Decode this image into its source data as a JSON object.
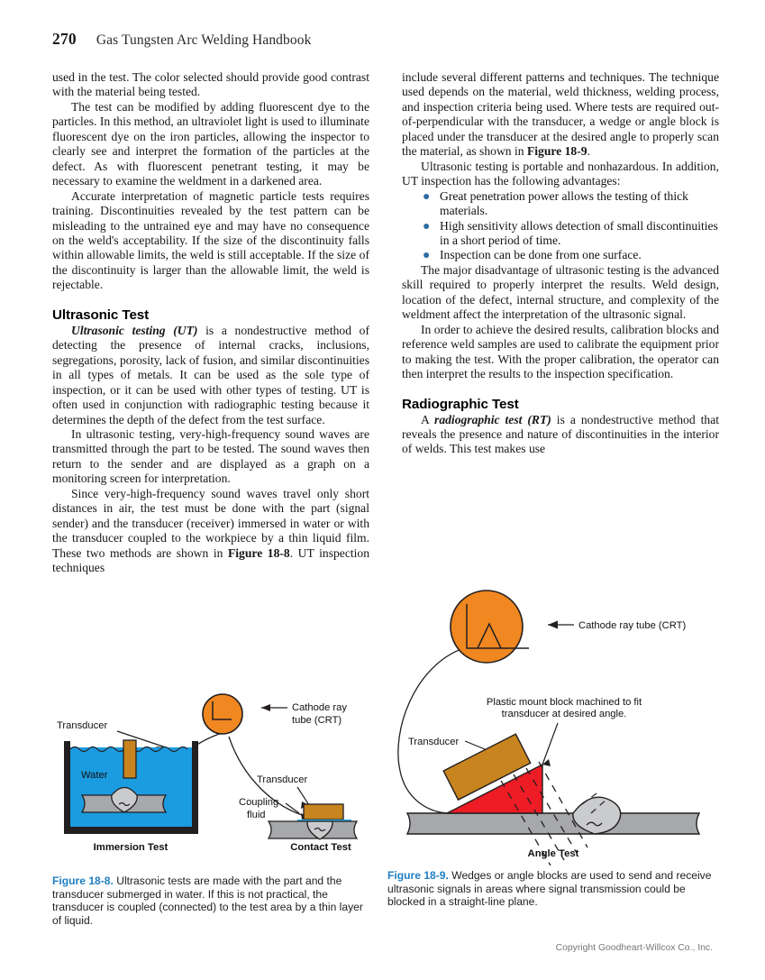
{
  "page": {
    "folio": "270",
    "book_title": "Gas Tungsten Arc Welding Handbook",
    "copyright": "Copyright Goodheart-Willcox Co., Inc."
  },
  "left_column": {
    "p1": "used in the test. The color selected should provide good contrast with the material being tested.",
    "p2": "The test can be modified by adding fluorescent dye to the particles. In this method, an ultraviolet light is used to illuminate fluorescent dye on the iron particles, allowing the inspector to clearly see and interpret the formation of the particles at the defect. As with fluorescent penetrant testing, it may be necessary to examine the weldment in a darkened area.",
    "p3": "Accurate interpretation of magnetic particle tests requires training. Discontinuities revealed by the test pattern can be misleading to the untrained eye and may have no consequence on the weld's acceptability. If the size of the discontinuity falls within allowable limits, the weld is still acceptable. If the size of the discontinuity is larger than the allowable limit, the weld is rejectable.",
    "heading": "Ultrasonic Test",
    "p4_lead": "Ultrasonic testing (UT)",
    "p4_rest": " is a nondestructive method of detecting the presence of internal cracks, inclusions, segregations, porosity, lack of fusion, and similar discontinuities in all types of metals. It can be used as the sole type of inspection, or it can be used with other types of testing. UT is often used in conjunction with radiographic testing because it determines the depth of the defect from the test surface.",
    "p5": "In ultrasonic testing, very-high-frequency sound waves are transmitted through the part to be tested. The sound waves then return to the sender and are displayed as a graph on a monitoring screen for interpretation.",
    "p6_a": "Since very-high-frequency sound waves travel only short distances in air, the test must be done with the part (signal sender) and the transducer (receiver) immersed in water or with the transducer coupled to the workpiece by a thin liquid film. These two methods are shown in ",
    "p6_bold": "Figure 18-8",
    "p6_b": ". UT inspection techniques"
  },
  "right_column": {
    "p1": "include several different patterns and techniques. The technique used depends on the material, weld thickness, welding process, and inspection criteria being used. Where tests are required out-of-perpendicular with the transducer, a wedge or angle block is placed under the transducer at the desired angle to properly scan the material, as shown in ",
    "p1_bold": "Figure 18-9",
    "p1_end": ".",
    "p2": "Ultrasonic testing is portable and nonhazardous. In addition, UT inspection has the following advantages:",
    "bullets": [
      "Great penetration power allows the testing of thick materials.",
      "High sensitivity allows detection of small discontinuities in a short period of time.",
      "Inspection can be done from one surface."
    ],
    "p3": "The major disadvantage of ultrasonic testing is the advanced skill required to properly interpret the results. Weld design, location of the defect, internal structure, and complexity of the weldment affect the interpretation of the ultrasonic signal.",
    "p4": "In order to achieve the desired results, calibration blocks and reference weld samples are used to calibrate the equipment prior to making the test. With the proper calibration, the operator can then interpret the results to the inspection specification.",
    "heading": "Radiographic Test",
    "p5_a": "A ",
    "p5_lead": "radiographic test (RT)",
    "p5_rest": " is a nondestructive method that reveals the presence and nature of discontinuities in the interior of welds. This test makes use"
  },
  "figure_18_8": {
    "labels": {
      "crt": "Cathode ray",
      "crt2": "tube (CRT)",
      "transducer_left": "Transducer",
      "transducer_right": "Transducer",
      "water": "Water",
      "coupling": "Coupling",
      "coupling2": "fluid",
      "immersion_test": "Immersion Test",
      "contact_test": "Contact Test"
    },
    "caption_num": "Figure 18-8.",
    "caption_text": " Ultrasonic tests are made with the part and the transducer submerged in water. If this is not practical, the transducer is coupled (connected) to the test area by a thin layer of liquid.",
    "colors": {
      "crt_fill": "#F08721",
      "water": "#1B9BE0",
      "transducer": "#C8841E",
      "metal": "#A6A8AB",
      "weld_bead": "#C9CBCD",
      "coupling_fluid": "#29ABE2",
      "tank_wall": "#231F20"
    }
  },
  "figure_18_9": {
    "labels": {
      "crt": "Cathode ray tube (CRT)",
      "plastic_block_l1": "Plastic mount block machined to fit",
      "plastic_block_l2": "transducer at desired angle.",
      "transducer": "Transducer",
      "angle_test": "Angle Test"
    },
    "caption_num": "Figure 18-9.",
    "caption_text": " Wedges or angle blocks are used to send and receive ultrasonic signals in areas where signal transmission could be blocked in a straight-line plane.",
    "colors": {
      "crt_fill": "#F08721",
      "wedge": "#EE1C24",
      "transducer": "#C8841E",
      "metal": "#A6A8AB",
      "weld_bead": "#C9CBCD"
    }
  }
}
